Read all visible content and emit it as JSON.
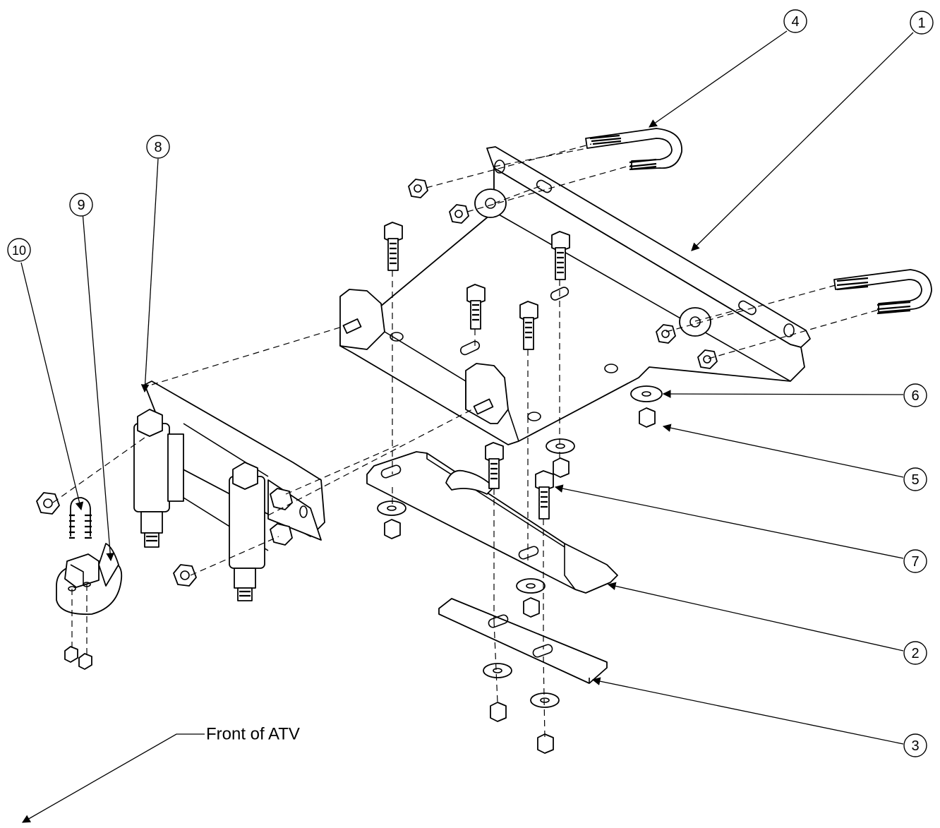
{
  "front_label": "Front of ATV",
  "callouts": [
    {
      "id": "callout-1",
      "number": "1"
    },
    {
      "id": "callout-2",
      "number": "2"
    },
    {
      "id": "callout-3",
      "number": "3"
    },
    {
      "id": "callout-4",
      "number": "4"
    },
    {
      "id": "callout-5",
      "number": "5"
    },
    {
      "id": "callout-6",
      "number": "6"
    },
    {
      "id": "callout-7",
      "number": "7"
    },
    {
      "id": "callout-8",
      "number": "8"
    },
    {
      "id": "callout-9",
      "number": "9"
    },
    {
      "id": "callout-10",
      "number": "10"
    }
  ]
}
